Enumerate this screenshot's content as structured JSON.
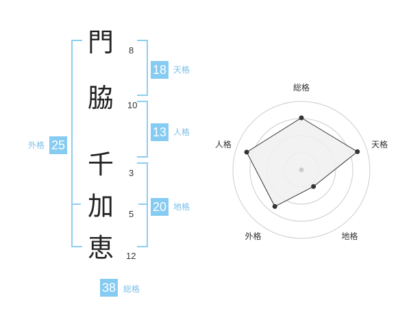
{
  "name": {
    "characters": [
      {
        "char": "門",
        "strokes": "8"
      },
      {
        "char": "脇",
        "strokes": "10"
      },
      {
        "char": "千",
        "strokes": "3"
      },
      {
        "char": "加",
        "strokes": "5"
      },
      {
        "char": "恵",
        "strokes": "12"
      }
    ]
  },
  "fortunes": {
    "tenkaku": {
      "value": "18",
      "label": "天格"
    },
    "jinkaku": {
      "value": "13",
      "label": "人格"
    },
    "chikaku": {
      "value": "20",
      "label": "地格"
    },
    "gaikaku": {
      "value": "25",
      "label": "外格"
    },
    "soukaku": {
      "value": "38",
      "label": "総格"
    }
  },
  "chart_data": {
    "type": "radar",
    "axes": [
      "総格",
      "天格",
      "地格",
      "外格",
      "人格"
    ],
    "values": [
      3.8,
      4.3,
      1.5,
      3.3,
      4.2
    ],
    "range": [
      0,
      5
    ],
    "rings": 4,
    "colors": {
      "fill": "#f0f0f0",
      "line": "#333333",
      "ring": "#cccccc",
      "point": "#333333",
      "center": "#cccccc"
    }
  }
}
